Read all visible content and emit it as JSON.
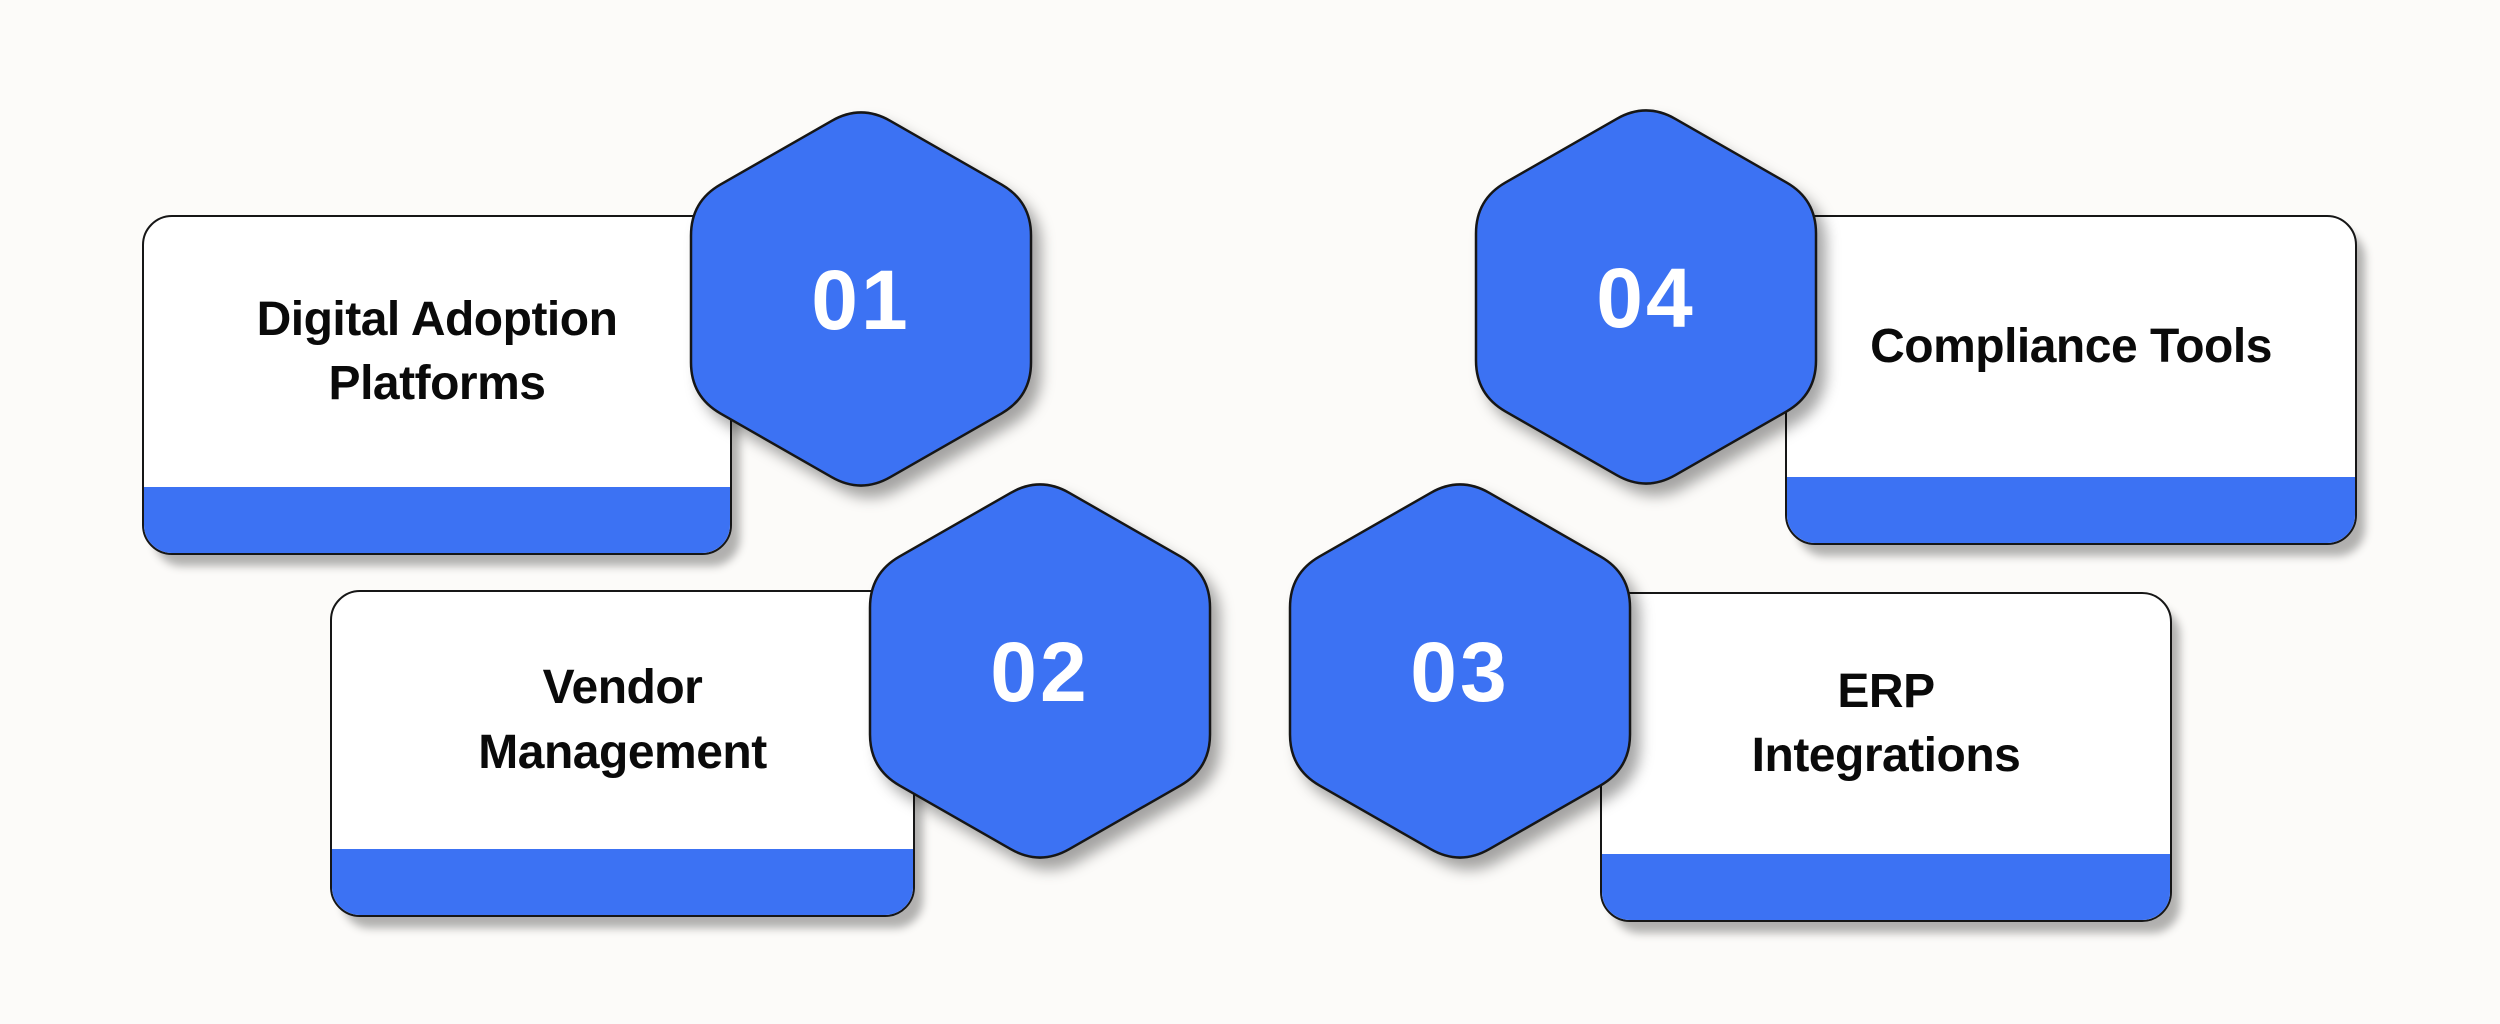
{
  "colors": {
    "blue": "#3C72F3",
    "outline": "#161616",
    "card_bg": "#FFFFFF",
    "text": "#0A0A0A",
    "number": "#FFFFFF",
    "background": "#FCFBF9"
  },
  "items": [
    {
      "number": "01",
      "label": "Digital Adoption Platforms",
      "label_lines": [
        "Digital Adoption",
        "Platforms"
      ]
    },
    {
      "number": "02",
      "label": "Vendor Management",
      "label_lines": [
        "Vendor",
        "Management"
      ]
    },
    {
      "number": "03",
      "label": "ERP Integrations",
      "label_lines": [
        "ERP",
        "Integrations"
      ]
    },
    {
      "number": "04",
      "label": "Compliance Tools",
      "label_lines": [
        "Compliance Tools"
      ]
    }
  ]
}
